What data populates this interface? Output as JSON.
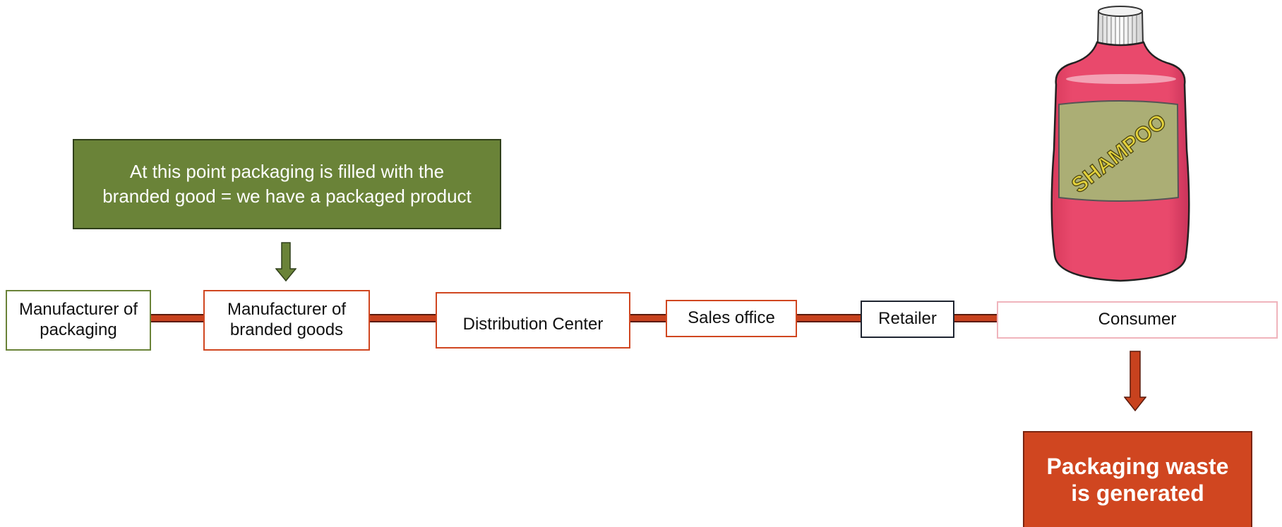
{
  "colors": {
    "connector": "#c8421e",
    "callout_fill": "#6a8338",
    "waste_fill": "#d04620",
    "bottle_body": "#e9496c",
    "bottle_label": "#abae75",
    "label_text": "#e4d23b"
  },
  "callout": {
    "text": "At this point packaging is filled with the branded good = we have a packaged product"
  },
  "chain": {
    "nodes": [
      {
        "id": "manufacturer-packaging",
        "label": "Manufacturer of packaging",
        "border": "#6a8338"
      },
      {
        "id": "manufacturer-branded",
        "label": "Manufacturer of branded goods",
        "border": "#d04620"
      },
      {
        "id": "distribution",
        "label": "Distribution Center",
        "border": "#d04620"
      },
      {
        "id": "sales-office",
        "label": "Sales office",
        "border": "#d04620"
      },
      {
        "id": "retailer",
        "label": "Retailer",
        "border": "#1e2430"
      },
      {
        "id": "consumer",
        "label": "Consumer",
        "border": "#f0b4bc"
      }
    ]
  },
  "waste": {
    "text": "Packaging waste is generated"
  },
  "bottle": {
    "icon": "shampoo-bottle-icon",
    "label": "SHAMPOO"
  }
}
